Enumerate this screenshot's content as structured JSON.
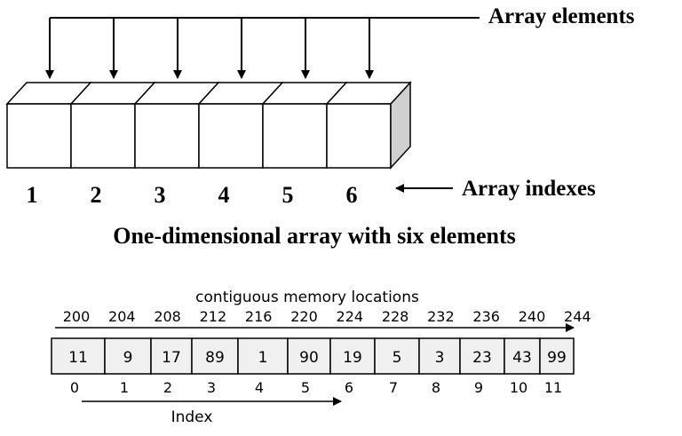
{
  "top_diagram": {
    "elements_label": "Array elements",
    "indexes_label": "Array indexes",
    "caption": "One-dimensional array with six elements",
    "indexes": [
      "1",
      "2",
      "3",
      "4",
      "5",
      "6"
    ]
  },
  "bottom_diagram": {
    "memory_label": "contiguous memory locations",
    "addresses": [
      "200",
      "204",
      "208",
      "212",
      "216",
      "220",
      "224",
      "228",
      "232",
      "236",
      "240",
      "244"
    ],
    "values": [
      "11",
      "9",
      "17",
      "89",
      "1",
      "90",
      "19",
      "5",
      "3",
      "23",
      "43",
      "99"
    ],
    "indexes": [
      "0",
      "1",
      "2",
      "3",
      "4",
      "5",
      "6",
      "7",
      "8",
      "9",
      "10",
      "11"
    ],
    "index_label": "Index"
  },
  "colors": {
    "line": "#000000",
    "cube_top": "#ffffff",
    "cube_side": "#d0d0d0",
    "cell_fill": "#f0f0f0"
  }
}
